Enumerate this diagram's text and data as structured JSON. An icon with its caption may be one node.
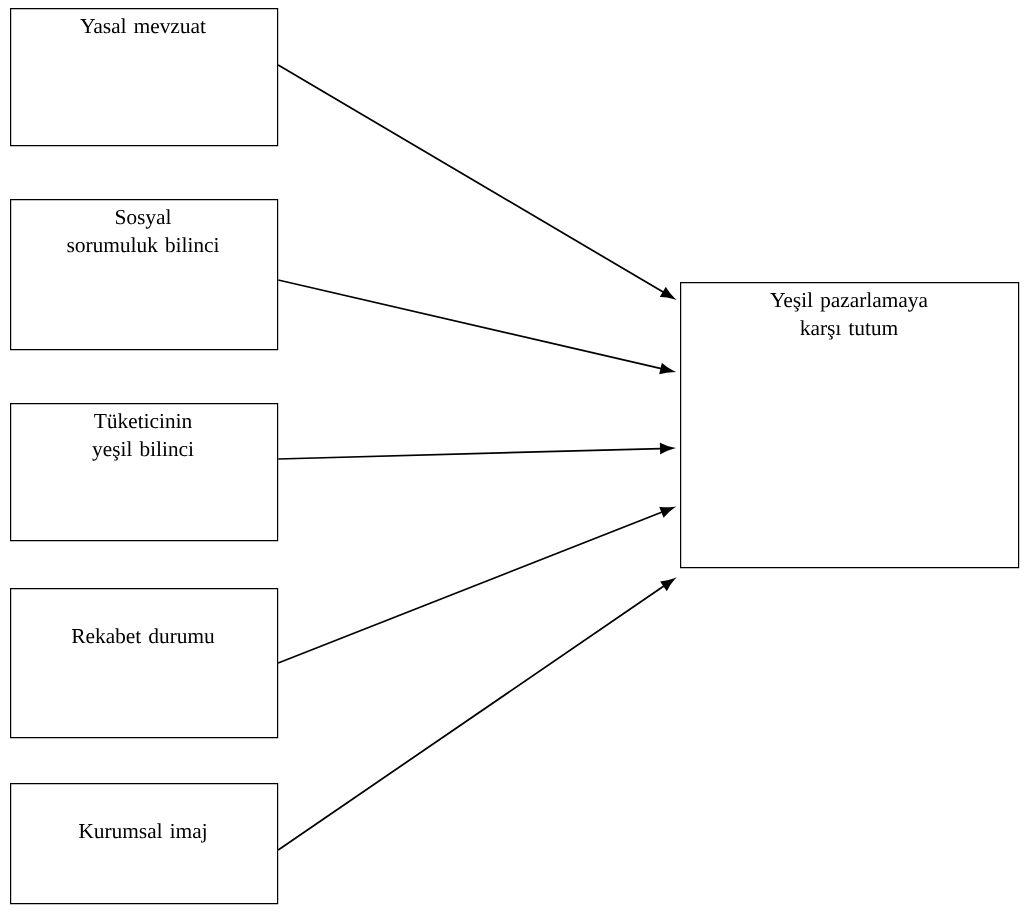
{
  "diagram": {
    "nodes": [
      {
        "text": [
          "Yasal mevzuat"
        ]
      },
      {
        "text": [
          "Sosyal sorumuluk bilinci"
        ]
      },
      {
        "text": [
          "Tüketicinin yeşil bilinci"
        ]
      },
      {
        "text": [
          "Rekabet durumu"
        ]
      },
      {
        "text": [
          "Kurumsal imaj"
        ]
      },
      {
        "text": [
          "Yeşil pazarlamaya karşı tutum"
        ]
      }
    ],
    "edges": [
      {
        "from": 0,
        "to": 5,
        "arrow": "to"
      },
      {
        "from": 1,
        "to": 5,
        "arrow": "to"
      },
      {
        "from": 2,
        "to": 5,
        "arrow": "to"
      },
      {
        "from": 3,
        "to": 5,
        "arrow": "to"
      },
      {
        "from": 4,
        "to": 5,
        "arrow": "to"
      }
    ]
  }
}
